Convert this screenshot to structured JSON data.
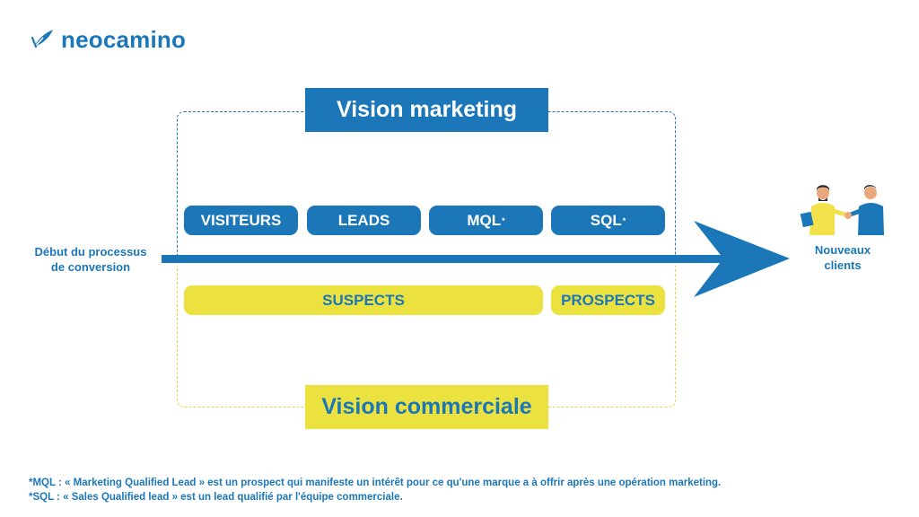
{
  "brand": {
    "name": "neocamino"
  },
  "vision_marketing": "Vision marketing",
  "vision_commerciale": "Vision commerciale",
  "stages": [
    {
      "label": "VISITEURS",
      "mark": ""
    },
    {
      "label": "LEADS",
      "mark": ""
    },
    {
      "label": "MQL",
      "mark": "*"
    },
    {
      "label": "SQL",
      "mark": "*"
    }
  ],
  "sales_stages": [
    {
      "label": "SUSPECTS"
    },
    {
      "label": "PROSPECTS"
    }
  ],
  "flow": {
    "start_line1": "Début du processus",
    "start_line2": "de conversion",
    "end_line1": "Nouveaux",
    "end_line2": "clients"
  },
  "footnotes": [
    "*MQL : « Marketing Qualified Lead » est un prospect qui manifeste un intérêt pour ce qu'une marque a à offrir après une opération marketing.",
    "*SQL : « Sales Qualified lead » est un lead qualifié par l'équipe commerciale."
  ],
  "colors": {
    "blue": "#1b77b8",
    "yellow": "#ece23f",
    "skin": "#e8a87c"
  },
  "icons": [
    "quill-icon",
    "handshake-illustration"
  ]
}
